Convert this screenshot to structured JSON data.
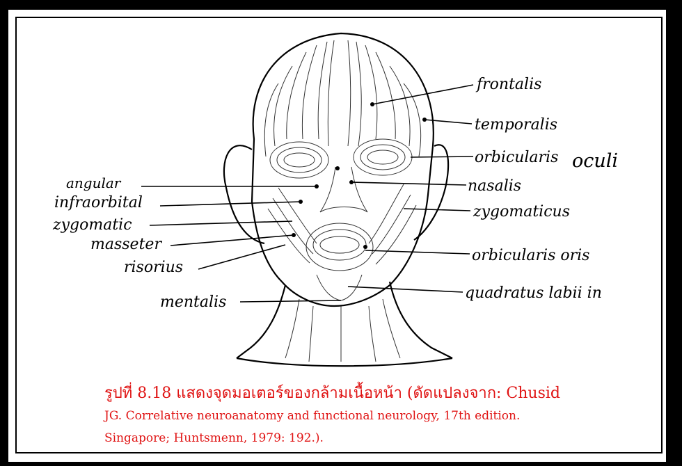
{
  "labels": {
    "frontalis": "frontalis",
    "temporalis": "temporalis",
    "orbicularis_oculi_1": "orbicularis",
    "orbicularis_oculi_2": "oculi",
    "nasalis": "nasalis",
    "zygomaticus": "zygomaticus",
    "orbicularis_oris": "orbicularis oris",
    "quadratus": "quadratus labii in",
    "angular": "angular",
    "infraorbital": "infraorbital",
    "zygomatic": "zygomatic",
    "masseter": "masseter",
    "risorius": "risorius",
    "mentalis": "mentalis"
  },
  "caption": {
    "line1": "รูปที่ 8.18 แสดงจุดมอเตอร์ของกล้ามเนื้อหน้า (ดัดแปลงจาก: Chusid",
    "line2": "JG. Correlative neuroanatomy and functional neurology, 17th edition.",
    "line3": "Singapore; Huntsmenn, 1979: 192.)."
  }
}
